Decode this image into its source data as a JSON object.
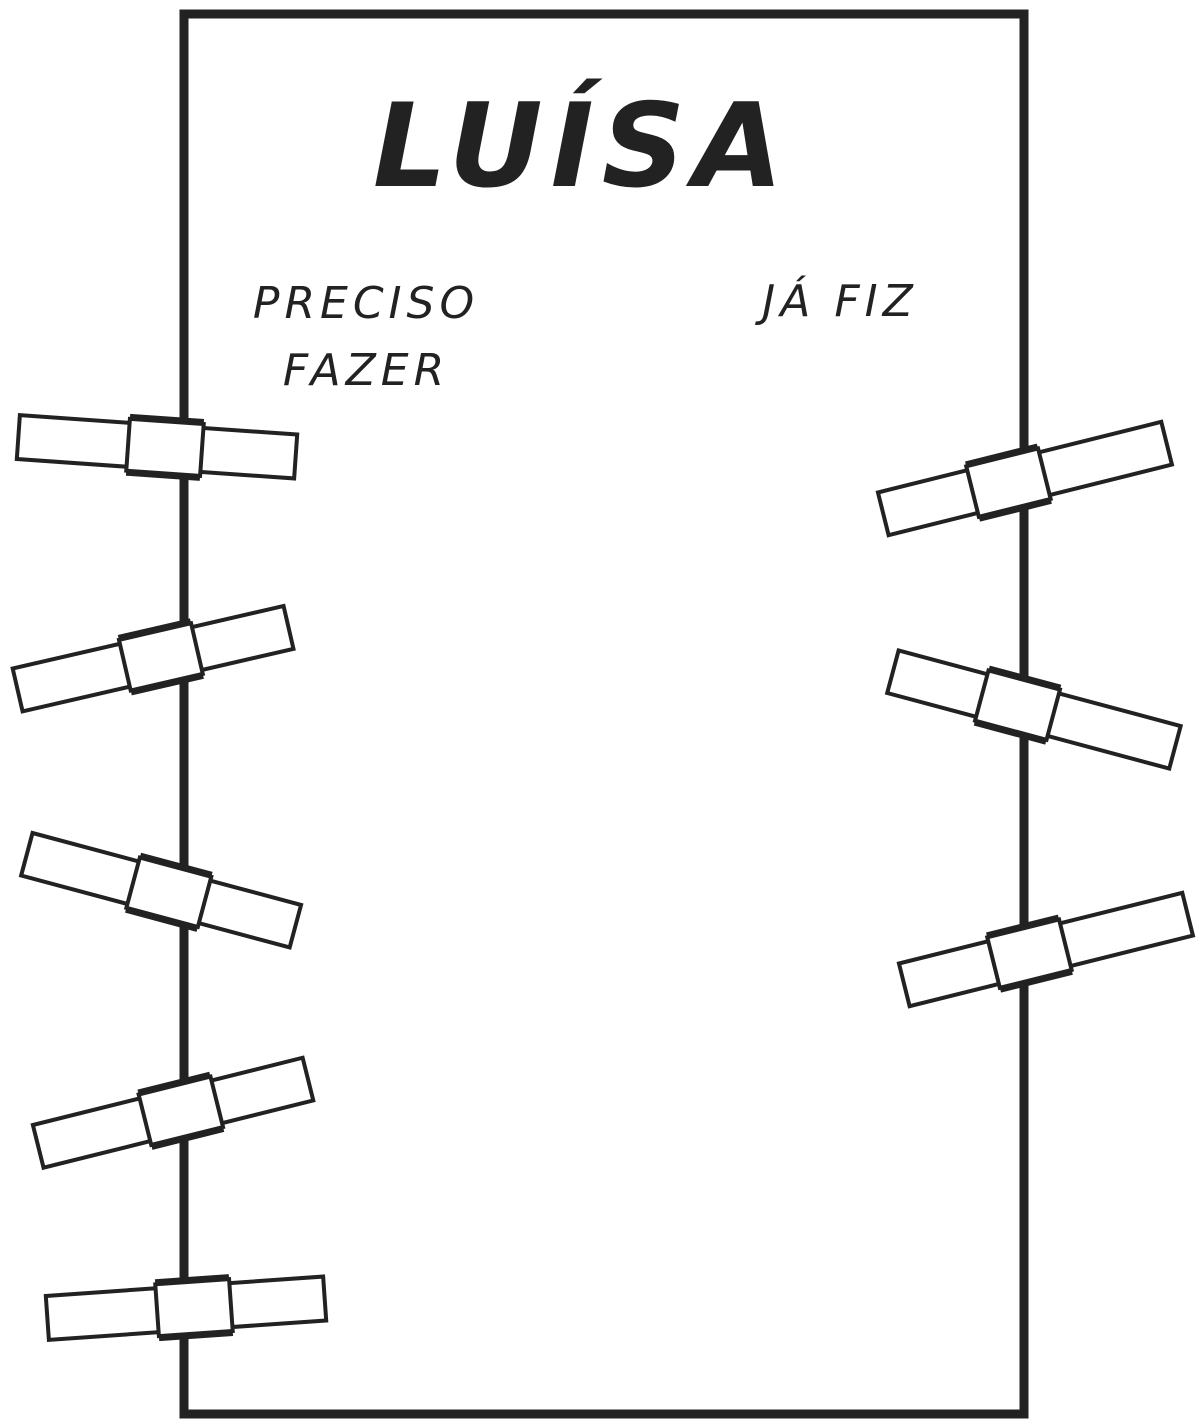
{
  "board": {
    "title": "LUÍSA",
    "todo_label_line1": "PRECISO",
    "todo_label_line2": "FAZER",
    "done_label": "JÁ FIZ"
  },
  "clothespins": {
    "left_count": 5,
    "right_count": 3
  },
  "colors": {
    "ink": "#222222",
    "paper": "#ffffff"
  }
}
